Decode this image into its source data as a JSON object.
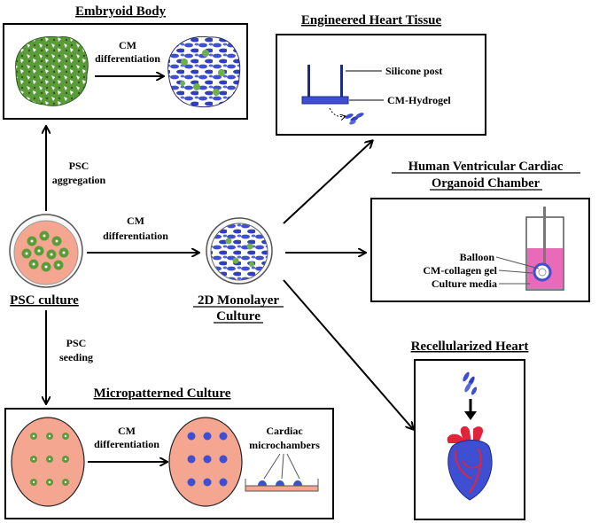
{
  "colors": {
    "dish": "#f5a690",
    "green_cell": "#5c9b3a",
    "blue_cell": "#3e4fd2",
    "magenta": "#e040a8",
    "heart_red": "#e0243a"
  },
  "embryoid_body": {
    "title": "Embryoid Body",
    "step_line1": "CM",
    "step_line2": "differentiation"
  },
  "engineered_heart_tissue": {
    "title": "Engineered Heart Tissue",
    "label_post": "Silicone post",
    "label_gel": "CM-Hydrogel"
  },
  "hvco_chamber": {
    "title_line1": "Human Ventricular Cardiac",
    "title_line2": "Organoid Chamber",
    "label_balloon": "Balloon",
    "label_gel": "CM-collagen gel",
    "label_media": "Culture media"
  },
  "psc_culture": {
    "label": "PSC culture",
    "to_eb_line1": "PSC",
    "to_eb_line2": "aggregation",
    "to_2d_line1": "CM",
    "to_2d_line2": "differentiation",
    "to_micro_line1": "PSC",
    "to_micro_line2": "seeding"
  },
  "monolayer": {
    "label_line1": "2D Monolayer",
    "label_line2": "Culture"
  },
  "recellularized_heart": {
    "title": "Recellularized Heart"
  },
  "micropatterned": {
    "title": "Micropatterned Culture",
    "step_line1": "CM",
    "step_line2": "differentiation",
    "chamber_line1": "Cardiac",
    "chamber_line2": "microchambers"
  }
}
